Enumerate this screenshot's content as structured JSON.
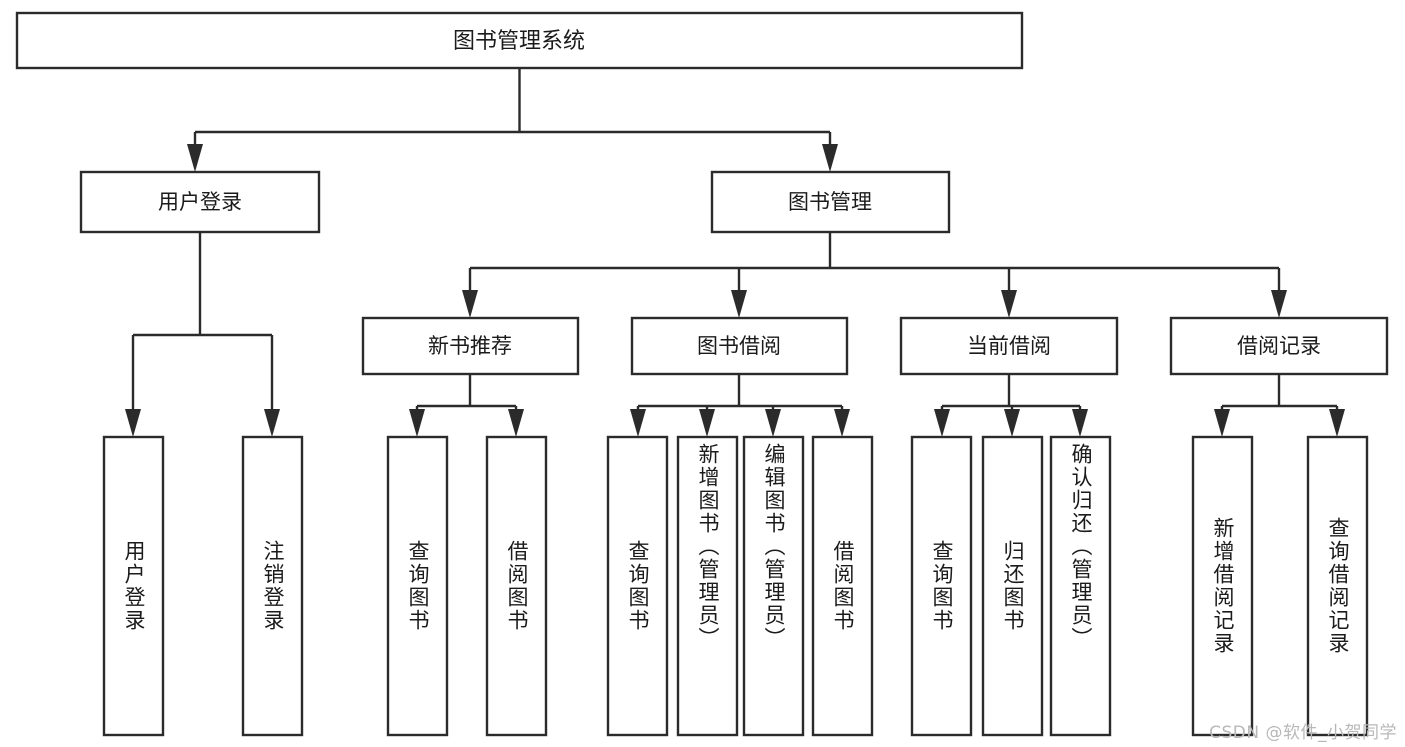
{
  "diagram": {
    "type": "tree-hierarchy",
    "title": "图书管理系统",
    "root": {
      "label": "图书管理系统"
    },
    "level2": [
      {
        "label": "用户登录"
      },
      {
        "label": "图书管理"
      }
    ],
    "level3": [
      {
        "label": "新书推荐",
        "parent": "图书管理"
      },
      {
        "label": "图书借阅",
        "parent": "图书管理"
      },
      {
        "label": "当前借阅",
        "parent": "图书管理"
      },
      {
        "label": "借阅记录",
        "parent": "图书管理"
      }
    ],
    "leaves": {
      "user_login": [
        {
          "label": "用户登录"
        },
        {
          "label": "注销登录"
        }
      ],
      "new_book_recommend": [
        {
          "label": "查询图书"
        },
        {
          "label": "借阅图书"
        }
      ],
      "book_borrow": [
        {
          "label": "查询图书"
        },
        {
          "label": "新增图书（管理员）"
        },
        {
          "label": "编辑图书（管理员）"
        },
        {
          "label": "借阅图书"
        }
      ],
      "current_borrow": [
        {
          "label": "查询图书"
        },
        {
          "label": "归还图书"
        },
        {
          "label": "确认归还（管理员）"
        }
      ],
      "borrow_record": [
        {
          "label": "新增借阅记录"
        },
        {
          "label": "查询借阅记录"
        }
      ]
    },
    "watermark": "CSDN @软件_小贺同学",
    "colors": {
      "box_stroke": "#2b2b2b",
      "box_fill": "#ffffff",
      "text": "#1b1b1b",
      "background": "#ffffff",
      "watermark_text": "#b8b8b8"
    }
  }
}
